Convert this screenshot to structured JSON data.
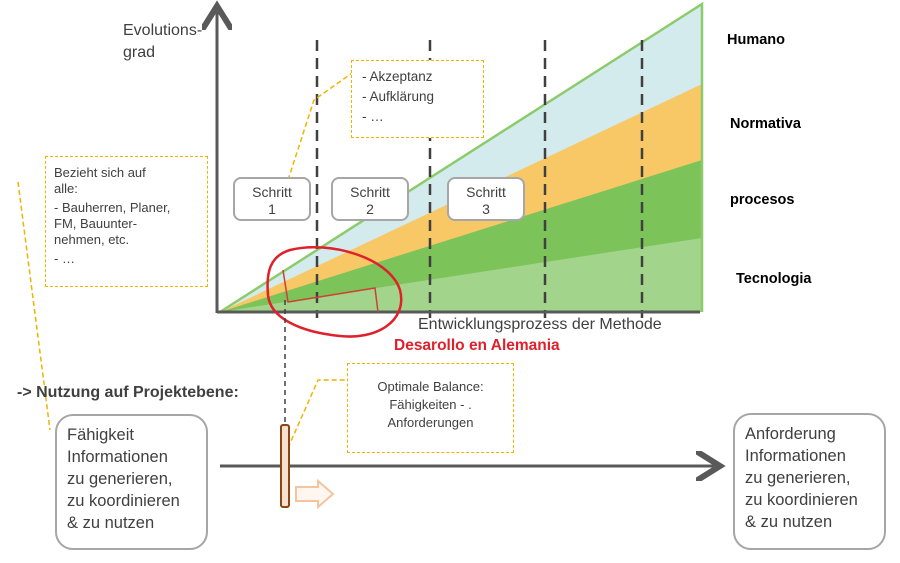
{
  "y_axis_label": [
    "Evolutions-",
    "grad"
  ],
  "x_axis_label": "Entwicklungsprozess der Methode",
  "subtitle_red": "Desarollo en Alemania",
  "layers": [
    "Humano",
    "Normativa",
    "procesos",
    "Tecnologia"
  ],
  "steps": [
    {
      "line1": "Schritt",
      "line2": "1"
    },
    {
      "line1": "Schritt",
      "line2": "2"
    },
    {
      "line1": "Schritt",
      "line2": "3"
    }
  ],
  "note_acceptance": [
    "-      Akzeptanz",
    "-      Aufklärung",
    "-      …"
  ],
  "note_scope": [
    "Bezieht sich auf",
    "alle:",
    "- Bauherren, Planer,",
    "FM, Bauunter-",
    "nehmen, etc.",
    "-       …"
  ],
  "project_label": "-> Nutzung auf Projektebene:",
  "note_balance": [
    "Optimale Balance:",
    "Fähigkeiten - .",
    "Anforderungen"
  ],
  "box_left": [
    "Fähigkeit",
    "Informationen",
    "zu generieren,",
    "zu koordinieren",
    "& zu nutzen"
  ],
  "box_right": [
    "Anforderung",
    "Informationen",
    "zu generieren,",
    "zu koordinieren",
    "& zu nutzen"
  ],
  "colors": {
    "humano": "#d4ebee",
    "normativa": "#f8c766",
    "procesos": "#7cc35a",
    "tecnologia": "#a3d48c",
    "outline": "#8ccb6a",
    "axis": "#595959",
    "highlight_red": "#e0202a",
    "dashed_yellow": "#f0b400"
  }
}
